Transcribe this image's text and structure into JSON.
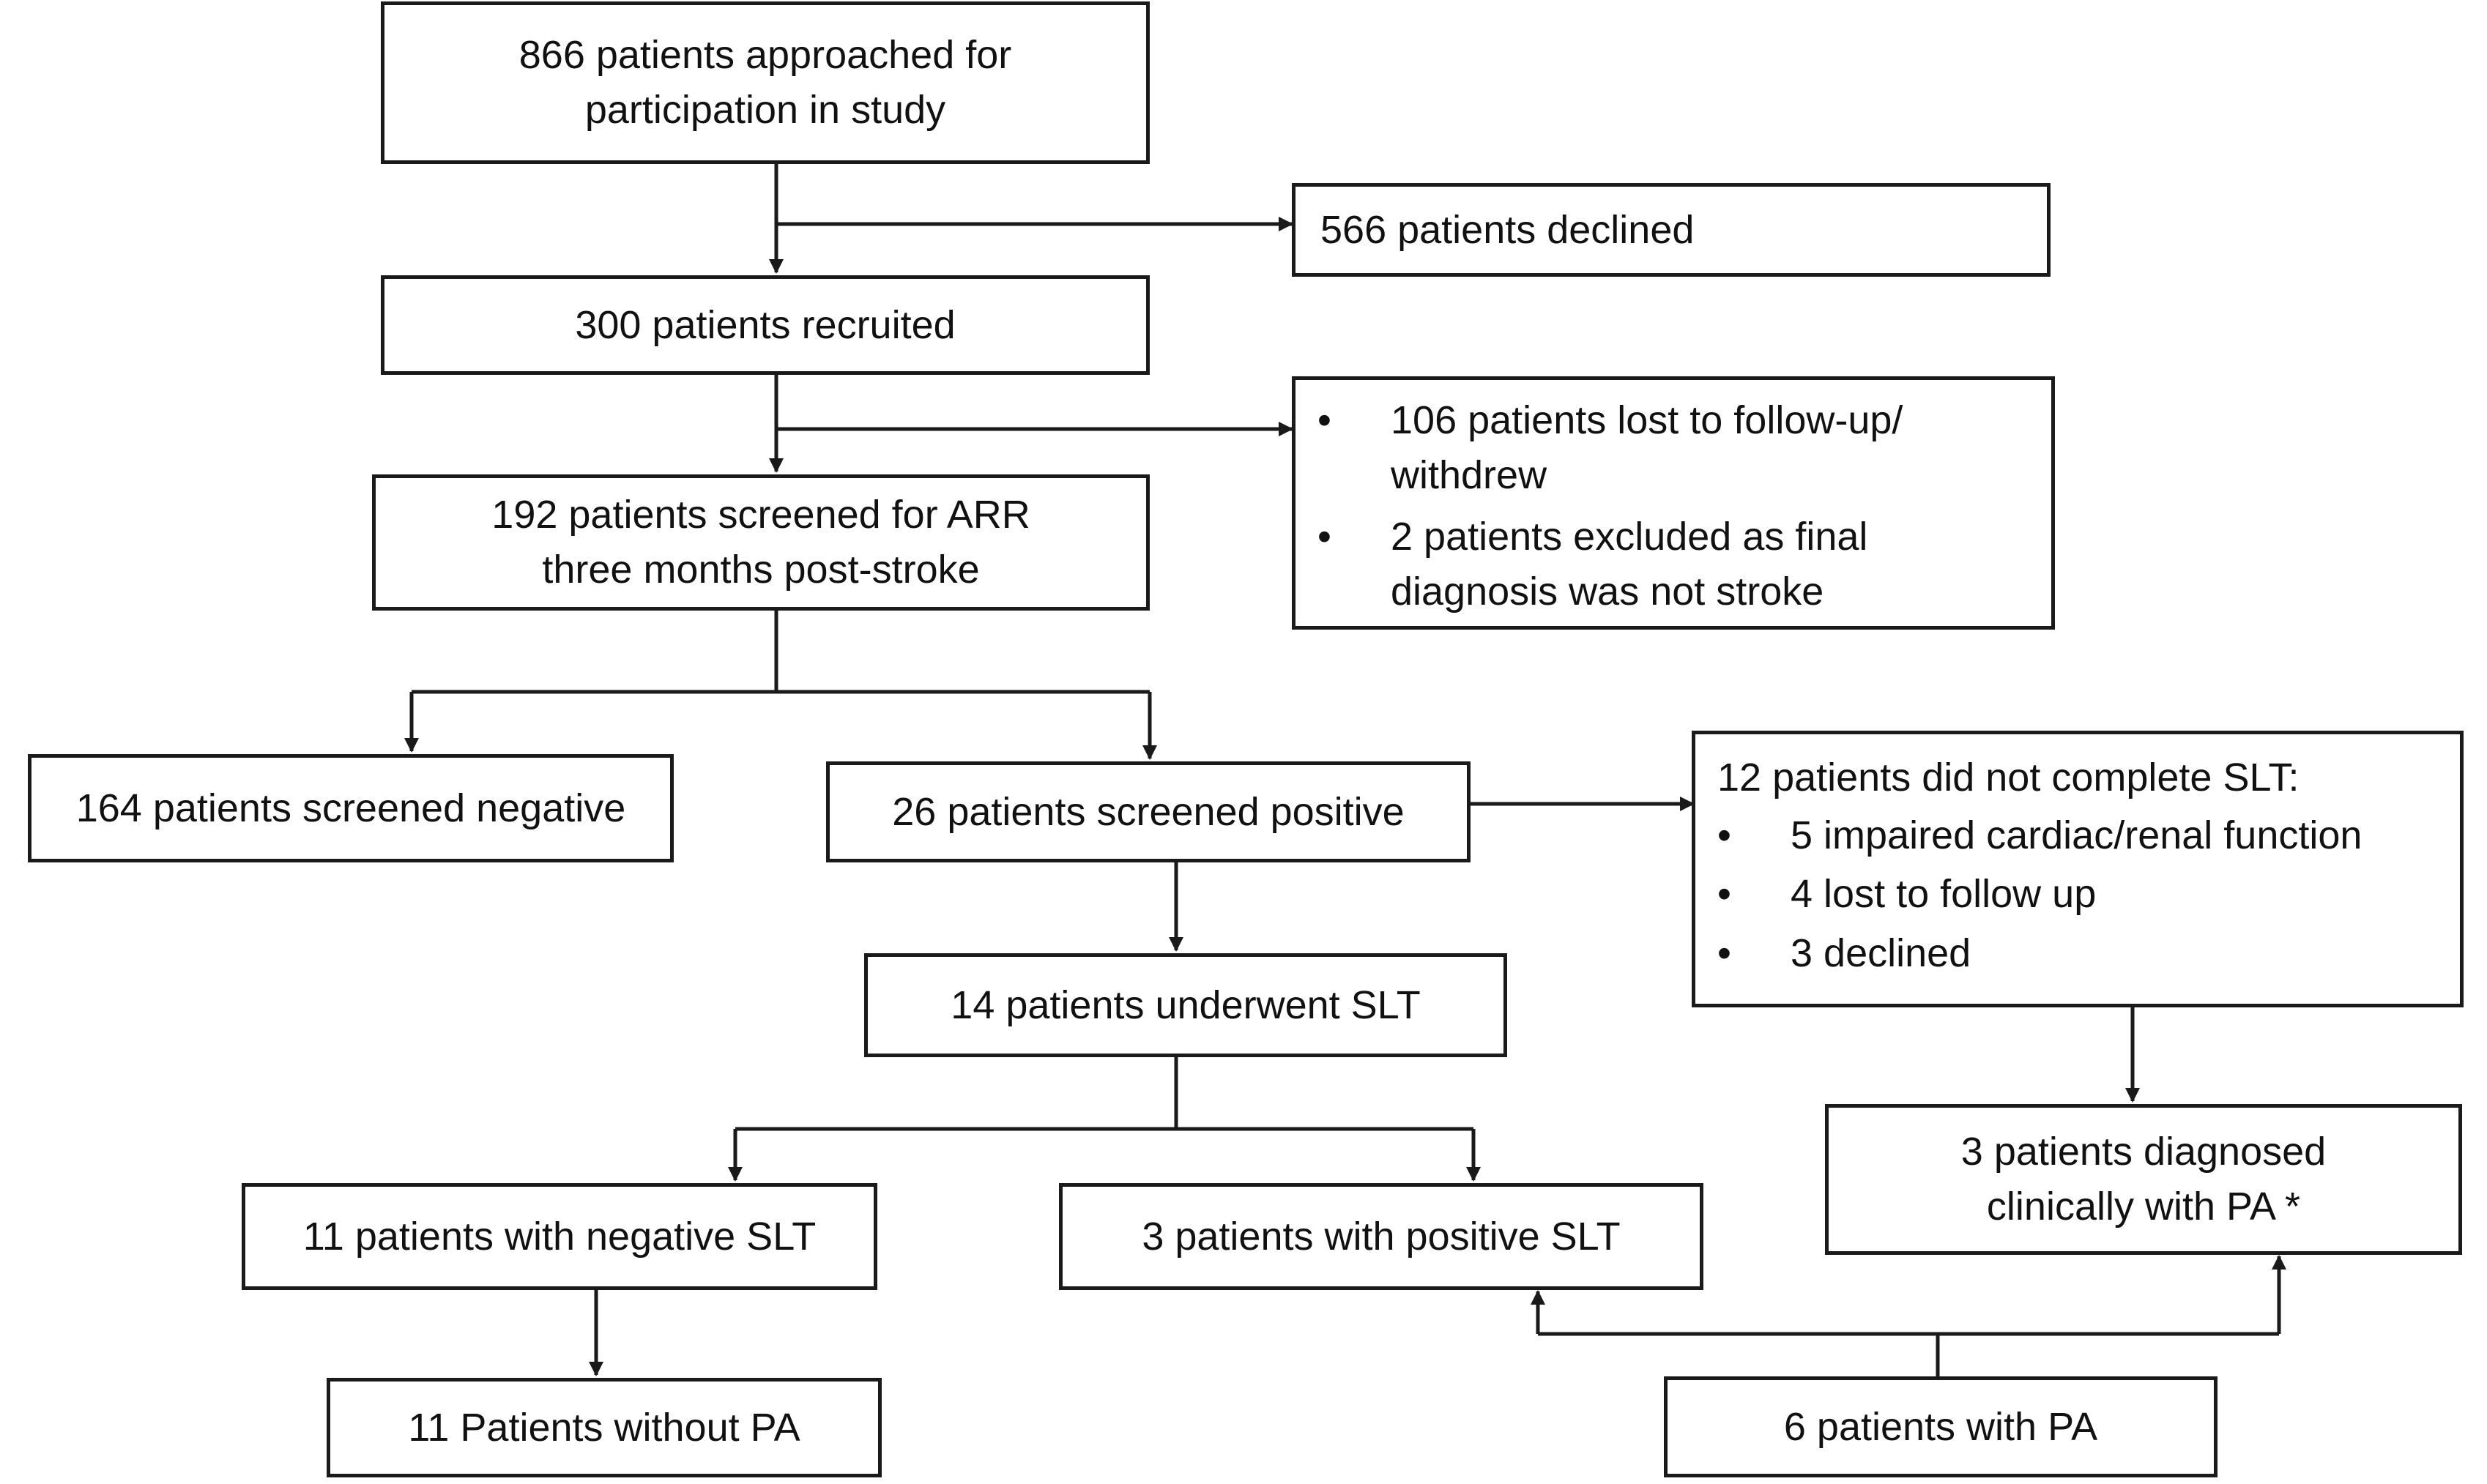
{
  "boxes": {
    "approached": [
      "866 patients approached for",
      "participation in study"
    ],
    "declined": "566 patients declined",
    "recruited": "300 patients recruited",
    "lost_excluded": [
      [
        "106 patients lost to follow-up/",
        "withdrew"
      ],
      [
        "2 patients excluded as final",
        "diagnosis was not stroke"
      ]
    ],
    "screened": [
      "192 patients screened for ARR",
      "three months post-stroke"
    ],
    "negative": "164 patients screened negative",
    "positive": "26 patients screened positive",
    "not_complete": {
      "head": "12 patients did not complete SLT:",
      "items": [
        "5 impaired cardiac/renal function",
        "4 lost to follow up",
        "3 declined"
      ]
    },
    "underwent": "14 patients underwent SLT",
    "clinical": [
      "3 patients diagnosed",
      "clinically with PA *"
    ],
    "neg_slt": "11 patients with negative SLT",
    "pos_slt": "3 patients with positive SLT",
    "without_pa": "11 Patients without PA",
    "with_pa": "6 patients with PA"
  },
  "bullet_symbol": "•",
  "colors": {
    "line": "#1a1a1a",
    "box_border": "#1a1a1a",
    "background": "#ffffff"
  }
}
